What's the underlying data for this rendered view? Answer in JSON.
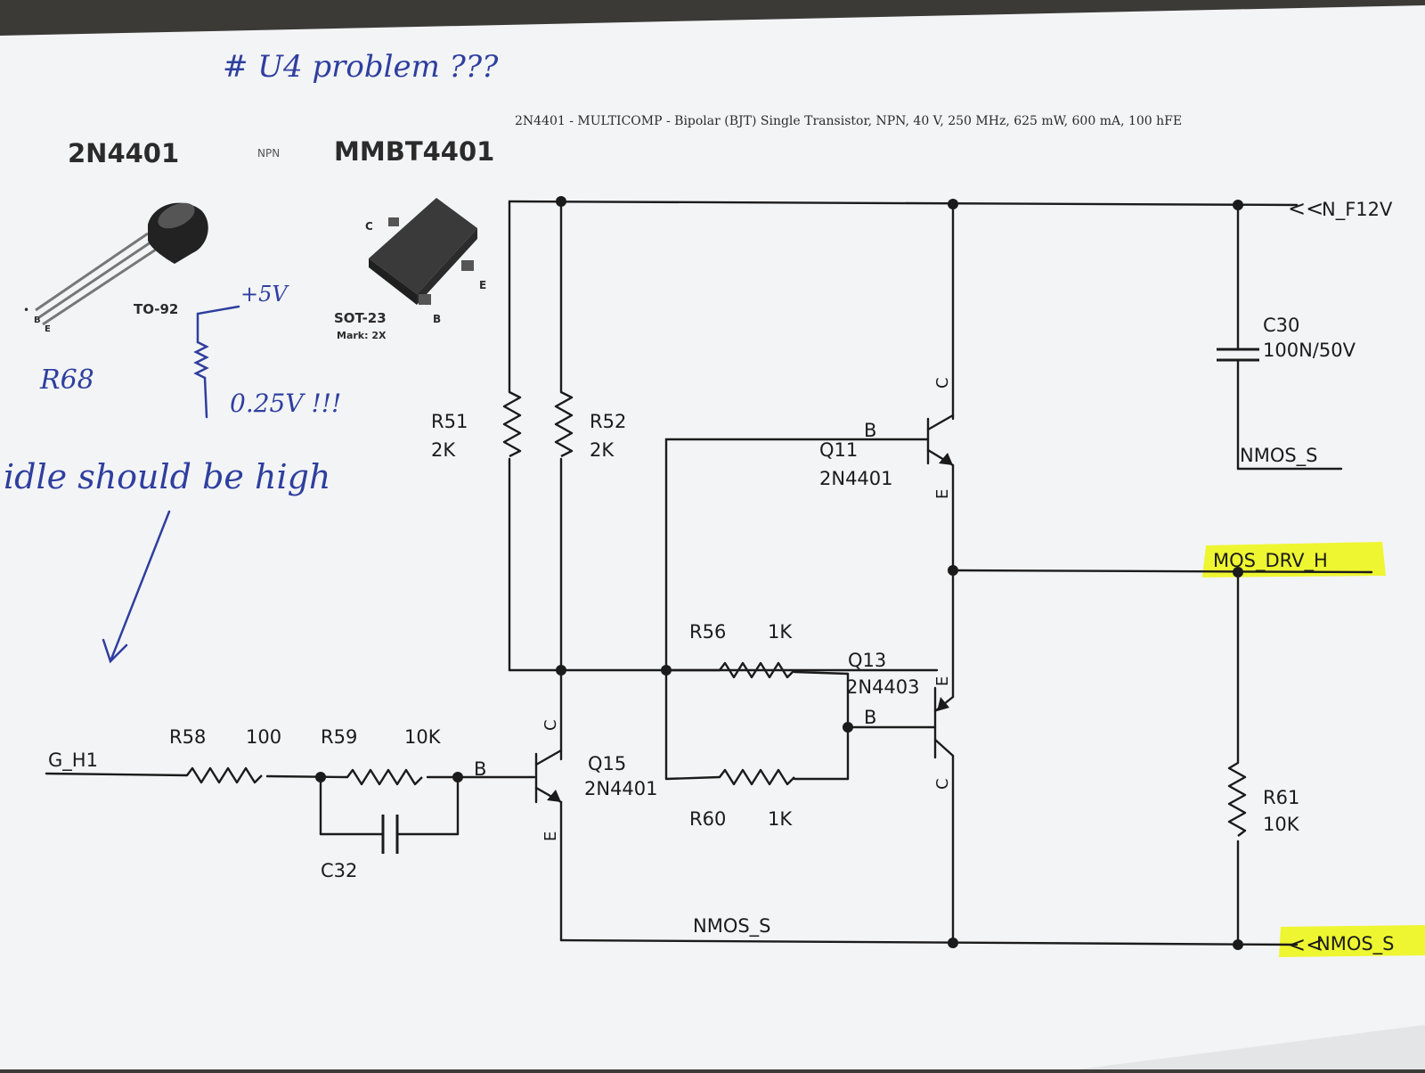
{
  "colors": {
    "paper": "#f3f4f6",
    "ink": "#1b1b1b",
    "pen": "#2e3f9e",
    "highlight": "#eef51f"
  },
  "datasheet": {
    "header": "2N4401 - MULTICOMP - Bipolar (BJT) Single Transistor, NPN, 40 V, 250 MHz, 625 mW, 600 mA, 100 hFE",
    "part_tht": "2N4401",
    "polarity": "NPN",
    "part_smd": "MMBT4401",
    "pkg_tht": "TO-92",
    "pkg_smd": "SOT-23",
    "pkg_mark": "Mark: 2X",
    "pin_b": "B",
    "pin_e": "E",
    "pin_c": "C",
    "pin_dot": "•"
  },
  "handwritten": {
    "title": "# U4 problem ???",
    "supply": "+5V",
    "resistor": "R68",
    "measured": "0.25V !!!",
    "note": "idle should be high"
  },
  "schematic": {
    "nets": {
      "supply": "N_F12V",
      "output": "MOS_DRV_H",
      "ground": "NMOS_S",
      "input": "G_H1"
    },
    "resistors": [
      {
        "ref": "R51",
        "value": "2K"
      },
      {
        "ref": "R52",
        "value": "2K"
      },
      {
        "ref": "R56",
        "value": "1K"
      },
      {
        "ref": "R58",
        "value": "100"
      },
      {
        "ref": "R59",
        "value": "10K"
      },
      {
        "ref": "R60",
        "value": "1K"
      },
      {
        "ref": "R61",
        "value": "10K"
      }
    ],
    "capacitors": [
      {
        "ref": "C30",
        "value": "100N/50V"
      },
      {
        "ref": "C32",
        "value": ""
      }
    ],
    "transistors": [
      {
        "ref": "Q11",
        "part": "2N4401"
      },
      {
        "ref": "Q13",
        "part": "2N4403"
      },
      {
        "ref": "Q15",
        "part": "2N4401"
      }
    ],
    "pins": {
      "b": "B",
      "c": "C",
      "e": "E"
    },
    "connector": "<<"
  }
}
